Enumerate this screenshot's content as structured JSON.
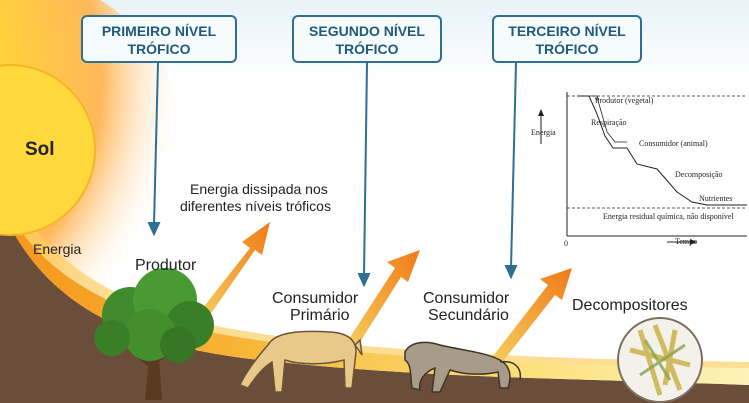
{
  "levels": [
    {
      "line1": "PRIMEIRO NÍVEL",
      "line2": "TRÓFICO"
    },
    {
      "line1": "SEGUNDO NÍVEL",
      "line2": "TRÓFICO"
    },
    {
      "line1": "TERCEIRO NÍVEL",
      "line2": "TRÓFICO"
    }
  ],
  "labels": {
    "sol": "Sol",
    "energia": "Energia",
    "dissipada_1": "Energia dissipada nos",
    "dissipada_2": "diferentes níveis tróficos",
    "produtor": "Produtor",
    "consumidor_primario_1": "Consumidor",
    "consumidor_primario_2": "Primário",
    "consumidor_secundario_1": "Consumidor",
    "consumidor_secundario_2": "Secundário",
    "decompositores": "Decompositores"
  },
  "graph": {
    "y_axis": "Energia",
    "x_axis": "Tempo",
    "origin": "0",
    "produtor": "Produtor (vegetal)",
    "respiracao": "Respiração",
    "consumidor": "Consumidor (animal)",
    "decomposicao": "Decomposição",
    "nutrientes": "Nutrientes",
    "residual": "Energia residual química, não disponível"
  },
  "colors": {
    "box_border": "#2f6f93",
    "box_text": "#1f5a7c",
    "energy_band": "#f7a21b",
    "ground": "#6b4e3a",
    "arrow": "#f08a1c"
  }
}
